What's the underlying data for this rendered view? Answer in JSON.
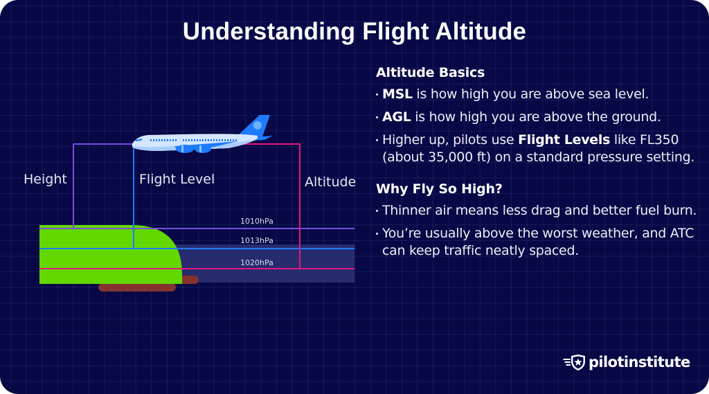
{
  "title": "Understanding Flight Altitude",
  "colors": {
    "background": "#070845",
    "grid": "#252a6a",
    "height_line": "#7B4FE0",
    "flight_level_line": "#1E7BFF",
    "altitude_line": "#E5177F",
    "terrain": "#62D800",
    "pressure_band": "#262C6E",
    "soil": "#853330",
    "airplane_body": "#D4E6FF",
    "airplane_accent": "#1E7BFF",
    "text": "#FFFFFF"
  },
  "diagram": {
    "labels": {
      "height": "Height",
      "flight_level": "Flight Level",
      "altitude": "Altitude"
    },
    "pressure_levels": [
      {
        "label": "1010hPa",
        "line": "height"
      },
      {
        "label": "1013hPa",
        "line": "flight_level"
      },
      {
        "label": "1020hPa",
        "line": "altitude"
      }
    ]
  },
  "sections": [
    {
      "heading": "Altitude Basics",
      "bullets": [
        {
          "bold": "MSL",
          "text": " is how high you are above sea level."
        },
        {
          "bold": "AGL",
          "text": " is how high you are above the ground."
        },
        {
          "pre": "Higher up, pilots use ",
          "bold": "Flight Levels",
          "text": " like FL350 (about 35,000 ft) on a standard pressure setting."
        }
      ]
    },
    {
      "heading": "Why Fly So High?",
      "bullets": [
        {
          "text": "Thinner air means less drag and better fuel burn."
        },
        {
          "text": "You’re usually above the worst weather, and ATC can keep traffic neatly spaced."
        }
      ]
    }
  ],
  "logo": {
    "icon": "winged-shield-star-icon",
    "text": "pilotinstitute"
  }
}
